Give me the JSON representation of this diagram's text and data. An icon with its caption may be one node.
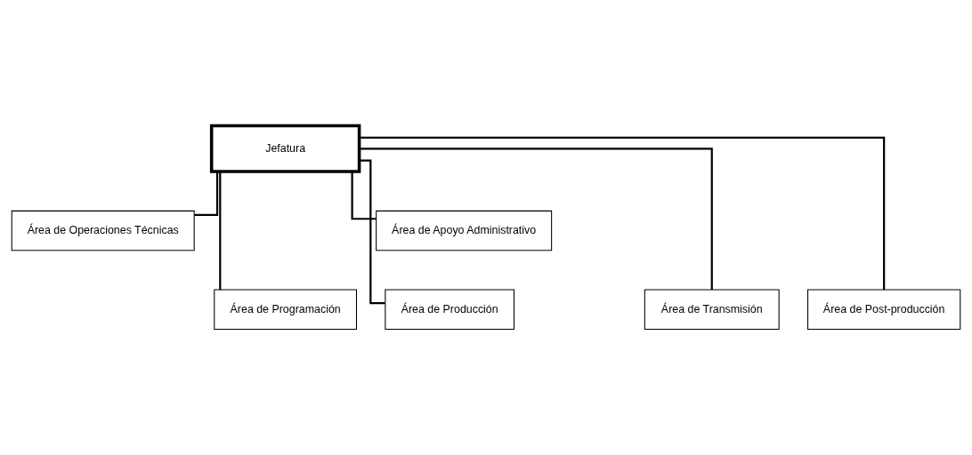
{
  "diagram": {
    "nodes": [
      {
        "text": [
          "Jefatura"
        ]
      },
      {
        "text": [
          "Área de Operaciones Técnicas"
        ]
      },
      {
        "text": [
          "Área de Apoyo Administrativo"
        ]
      },
      {
        "text": [
          "Área de Transmisión"
        ]
      },
      {
        "text": [
          "Área de Programación"
        ]
      },
      {
        "text": [
          "Área de Producción"
        ]
      },
      {
        "text": [
          "Área de Post-producción"
        ]
      }
    ],
    "edges": [
      {
        "from": 0,
        "to": 1,
        "arrow": "none"
      },
      {
        "from": 0,
        "to": 2,
        "arrow": "none"
      },
      {
        "from": 0,
        "to": 3,
        "arrow": "none"
      },
      {
        "from": 0,
        "to": 4,
        "arrow": "none"
      },
      {
        "from": 0,
        "to": 5,
        "arrow": "none"
      },
      {
        "from": 0,
        "to": 6,
        "arrow": "none"
      }
    ]
  }
}
